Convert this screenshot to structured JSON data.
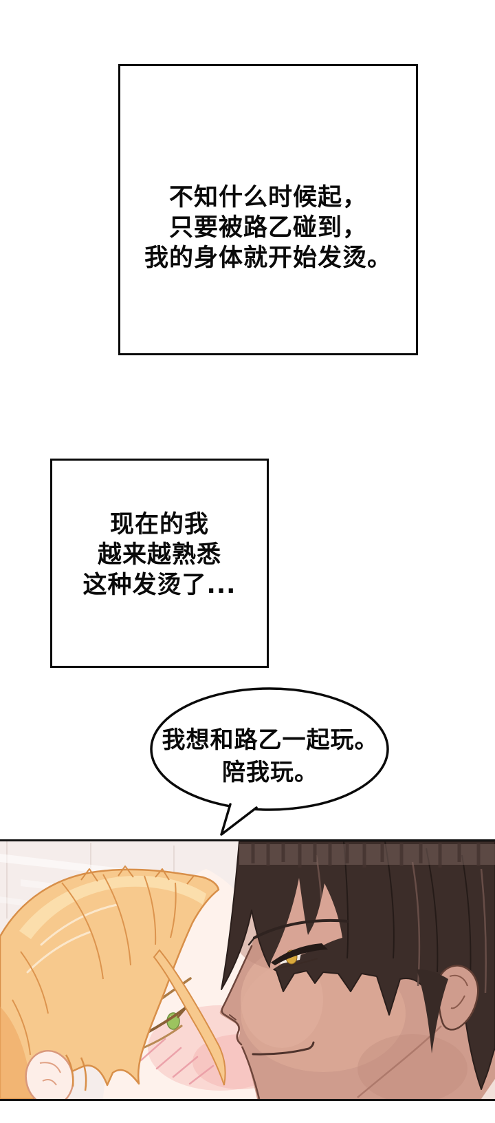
{
  "page": {
    "background": "#ffffff"
  },
  "narration_boxes": [
    {
      "lines": [
        "不知什么时候起，",
        "只要被路乙碰到，",
        "我的身体就开始发烫。"
      ]
    },
    {
      "lines": [
        "现在的我",
        "越来越熟悉",
        "这种发烫了..."
      ]
    }
  ],
  "speech_bubble": {
    "lines": [
      "我想和路乙一起玩。",
      "陪我玩。"
    ]
  },
  "illustration": {
    "alt": "Close-up of a blond character and a dark-haired character face to face, about to kiss",
    "colors": {
      "panel_background": "#f5edeb",
      "blonde_hair": "#f7c98d",
      "blonde_hair_outline": "#d88f49",
      "blonde_hair_highlight": "#fce2b2",
      "blonde_skin": "#fef2ec",
      "blush": "#f2b3b3",
      "blonde_eye_iris": "#9cc45f",
      "dark_hair": "#3c2d29",
      "dark_hair_sheen": "#7b6560",
      "dark_skin": "#cf9c8d",
      "dark_eye_iris": "#d9a93c",
      "line_black": "#0a0a0a"
    }
  }
}
